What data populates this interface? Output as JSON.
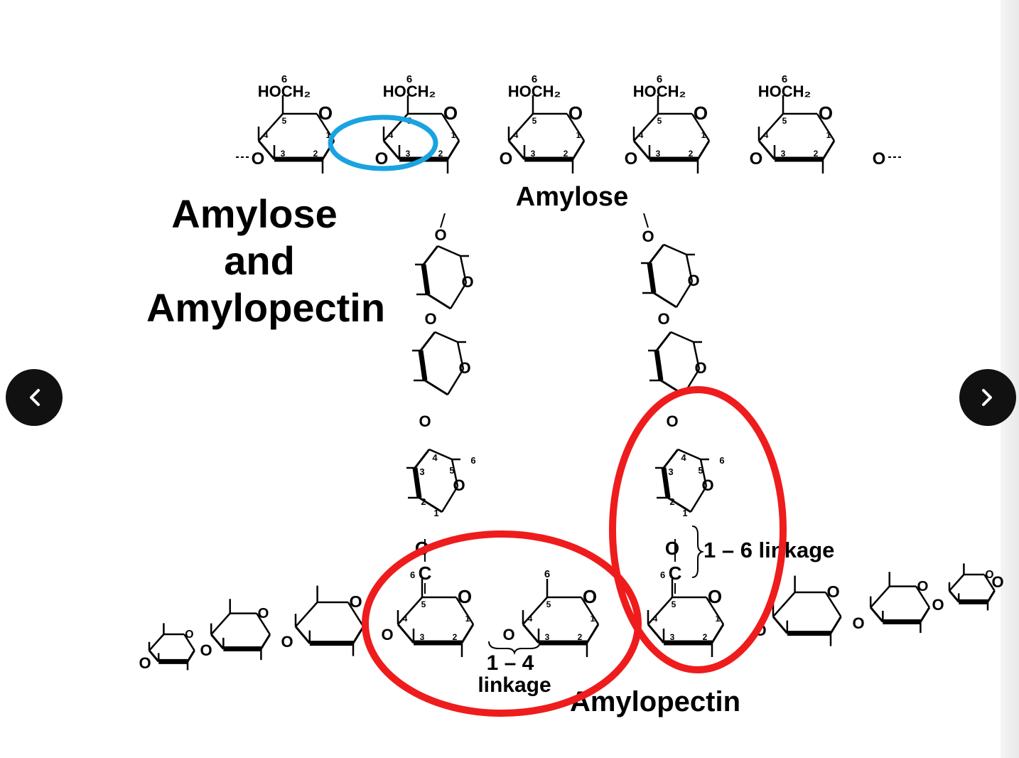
{
  "heading": [
    "Amylose",
    "and",
    "Amylopectin"
  ],
  "amylose_label": "Amylose",
  "amylopectin_label": "Amylopectin",
  "linkage_1_4": [
    "1 – 4",
    "linkage"
  ],
  "linkage_1_6": "1 – 6 linkage",
  "group_label": "HOCH₂",
  "atom_O": "O",
  "atom_C": "C",
  "carbon_numbers": [
    "1",
    "2",
    "3",
    "4",
    "5",
    "6"
  ],
  "highlight_colors": {
    "blue": "#1aa3e0",
    "red": "#ee1c1c"
  },
  "nav": {
    "prev_icon": "chevron-left-icon",
    "next_icon": "chevron-right-icon"
  }
}
